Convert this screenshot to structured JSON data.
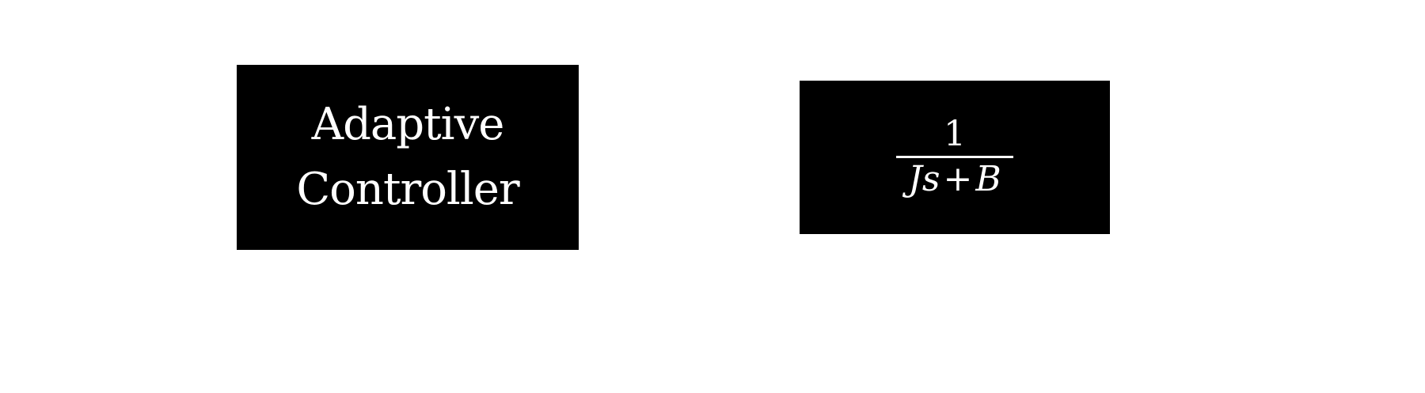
{
  "diagram": {
    "controller_block": {
      "line1": "Adaptive",
      "line2": "Controller"
    },
    "plant_block": {
      "numerator": "1",
      "denominator": {
        "term1": "Js",
        "operator": "+",
        "term2": "B"
      }
    },
    "colors": {
      "block_fill": "#000000",
      "text": "#ffffff",
      "background": "#ffffff"
    }
  }
}
